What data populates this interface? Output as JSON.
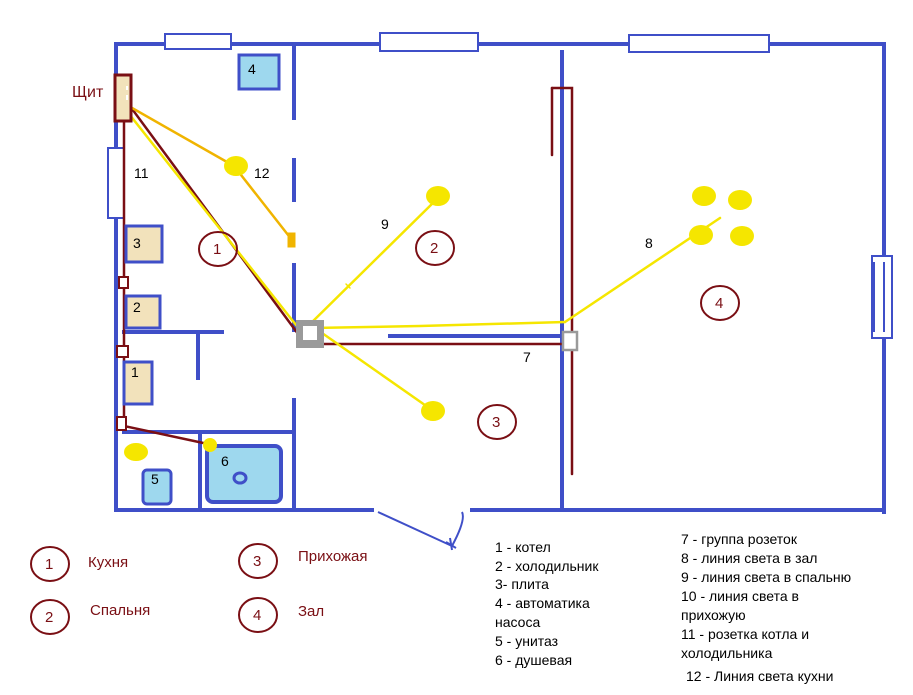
{
  "panel_label": "Щит",
  "room_numbers": [
    "1",
    "2",
    "3",
    "4"
  ],
  "fixture_numbers": [
    "1",
    "2",
    "3",
    "4",
    "5",
    "6"
  ],
  "line_numbers": [
    "7",
    "8",
    "9",
    "11",
    "12"
  ],
  "room_legend": [
    {
      "num": "1",
      "name": "Кухня"
    },
    {
      "num": "2",
      "name": "Спальня"
    },
    {
      "num": "3",
      "name": "Прихожая"
    },
    {
      "num": "4",
      "name": "Зал"
    }
  ],
  "fixture_legend": [
    "1 - котел",
    "2 - холодильник",
    "3- плита",
    "4 - автоматика",
    "насоса",
    "5 - унитаз",
    "6 - душевая"
  ],
  "wiring_legend": [
    "7 - группа розеток",
    "8 - линия света в зал",
    "9 - линия света в спальню",
    "10 - линия света в",
    "прихожую",
    "11 - розетка котла и",
    "холодильника",
    "12 - Линия света кухни"
  ],
  "colors": {
    "wall": "#3f4fc8",
    "wire_dark": "#7a0f14",
    "wire_light": "#f5e600",
    "wire_kitchen": "#f0b400",
    "fixture_fill": "#f2e2bb",
    "water_fill": "#9ed8ee",
    "lamp": "#f5e600"
  }
}
